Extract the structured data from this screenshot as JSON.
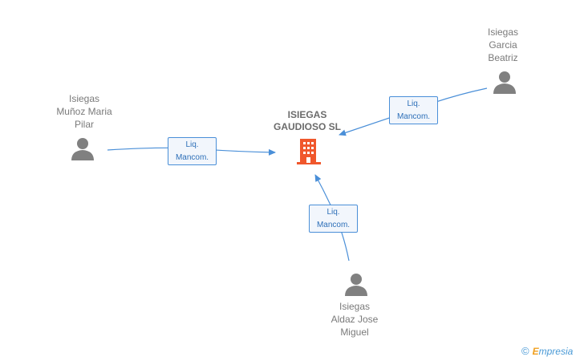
{
  "company": {
    "name_line1": "ISIEGAS",
    "name_line2": "GAUDIOSO SL",
    "icon": "building-icon",
    "color": "#f0572c"
  },
  "people": [
    {
      "id": "p1",
      "lines": [
        "Isiegas",
        "Muñoz Maria",
        "Pilar"
      ],
      "icon": "person-icon"
    },
    {
      "id": "p2",
      "lines": [
        "Isiegas",
        "Garcia",
        "Beatriz"
      ],
      "icon": "person-icon"
    },
    {
      "id": "p3",
      "lines": [
        "Isiegas",
        "Aldaz Jose",
        "Miguel"
      ],
      "icon": "person-icon"
    }
  ],
  "relations": [
    {
      "from": "p1",
      "line1": "Liq.",
      "line2": "Mancom."
    },
    {
      "from": "p2",
      "line1": "Liq.",
      "line2": "Mancom."
    },
    {
      "from": "p3",
      "line1": "Liq.",
      "line2": "Mancom."
    }
  ],
  "footer": {
    "copyright_symbol": "©",
    "brand_first": "E",
    "brand_rest": "mpresia"
  },
  "colors": {
    "edge": "#4a8fd8",
    "person": "#808080",
    "label_text": "#7a7a7a"
  }
}
